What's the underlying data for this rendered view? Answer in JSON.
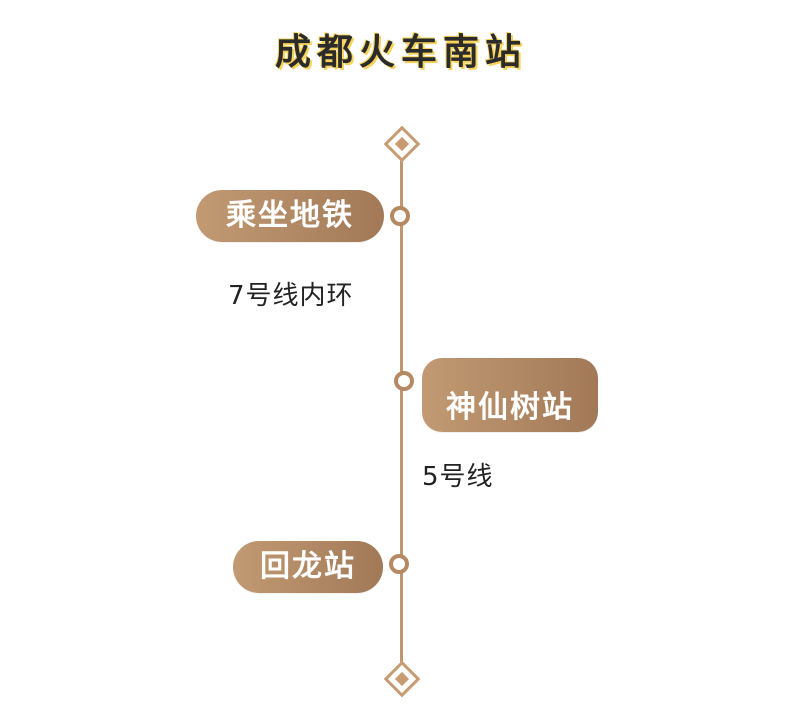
{
  "header": {
    "title": "成都火车南站"
  },
  "timeline": {
    "steps": [
      {
        "label": "乘坐地铁",
        "note": "7号线内环"
      },
      {
        "label": "神仙树站",
        "note": "5号线"
      },
      {
        "label": "回龙站"
      }
    ]
  },
  "colors": {
    "accent": "#b58a63",
    "pill_start": "#c19a73",
    "pill_end": "#a27957",
    "title_highlight": "#fbeaa3",
    "title_shadow": "#f6d35a",
    "text": "#222222"
  },
  "icons": {
    "start_marker": "diamond-marker-icon",
    "end_marker": "diamond-marker-icon",
    "step_marker": "circle-marker-icon"
  }
}
